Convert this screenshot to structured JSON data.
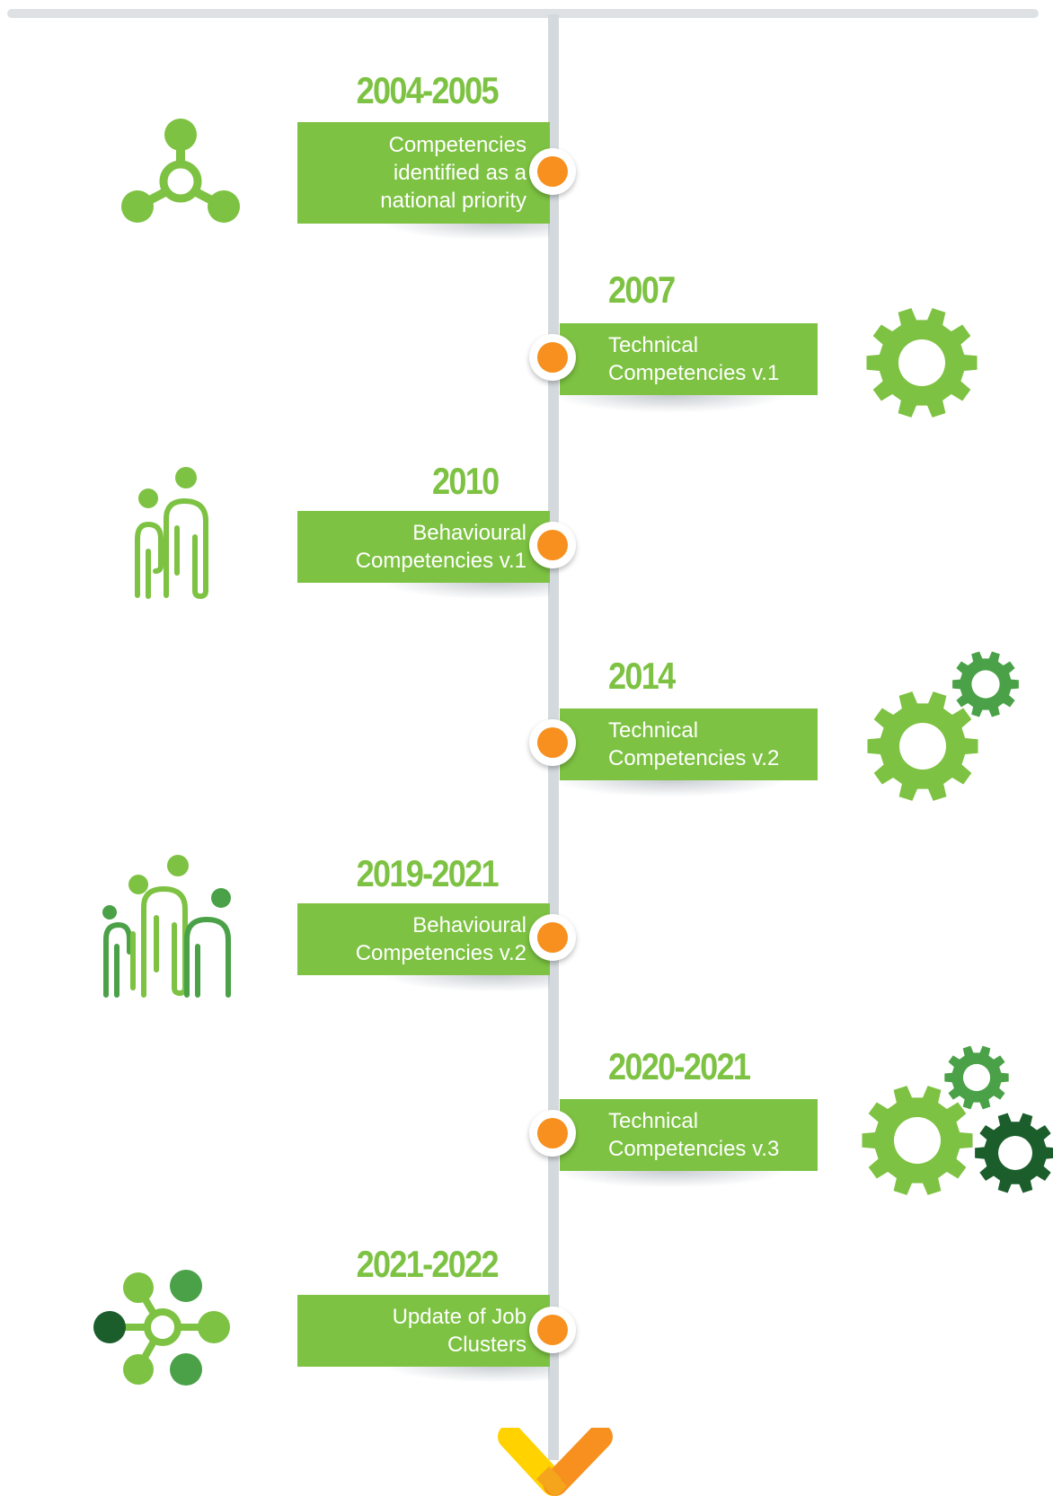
{
  "timeline": {
    "entries": [
      {
        "year": "2004-2005",
        "text": "Competencies identified as a national priority",
        "lines": [
          "Competencies",
          "identified as a",
          "national priority"
        ],
        "side": "left",
        "icon": "network-three-node-icon"
      },
      {
        "year": "2007",
        "text": "Technical Competencies v.1",
        "lines": [
          "Technical",
          "Competencies v.1"
        ],
        "side": "right",
        "icon": "single-gear-icon"
      },
      {
        "year": "2010",
        "text": "Behavioural Competencies v.1",
        "lines": [
          "Behavioural",
          "Competencies v.1"
        ],
        "side": "left",
        "icon": "two-people-icon"
      },
      {
        "year": "2014",
        "text": "Technical Competencies v.2",
        "lines": [
          "Technical",
          "Competencies v.2"
        ],
        "side": "right",
        "icon": "two-gears-icon"
      },
      {
        "year": "2019-2021",
        "text": "Behavioural Competencies v.2",
        "lines": [
          "Behavioural",
          "Competencies v.2"
        ],
        "side": "left",
        "icon": "group-people-icon"
      },
      {
        "year": "2020-2021",
        "text": "Technical Competencies v.3",
        "lines": [
          "Technical",
          "Competencies v.3"
        ],
        "side": "right",
        "icon": "three-gears-icon"
      },
      {
        "year": "2021-2022",
        "text": "Update of Job Clusters",
        "lines": [
          "Update of Job",
          "Clusters"
        ],
        "side": "left",
        "icon": "network-hub-icon"
      }
    ]
  },
  "colors": {
    "green": "#7dc242",
    "mid_green": "#4aa147",
    "dark_green": "#1b5e2c",
    "orange": "#f7901e",
    "yellow": "#ffd200",
    "axis_gray": "#d4d9dd"
  }
}
